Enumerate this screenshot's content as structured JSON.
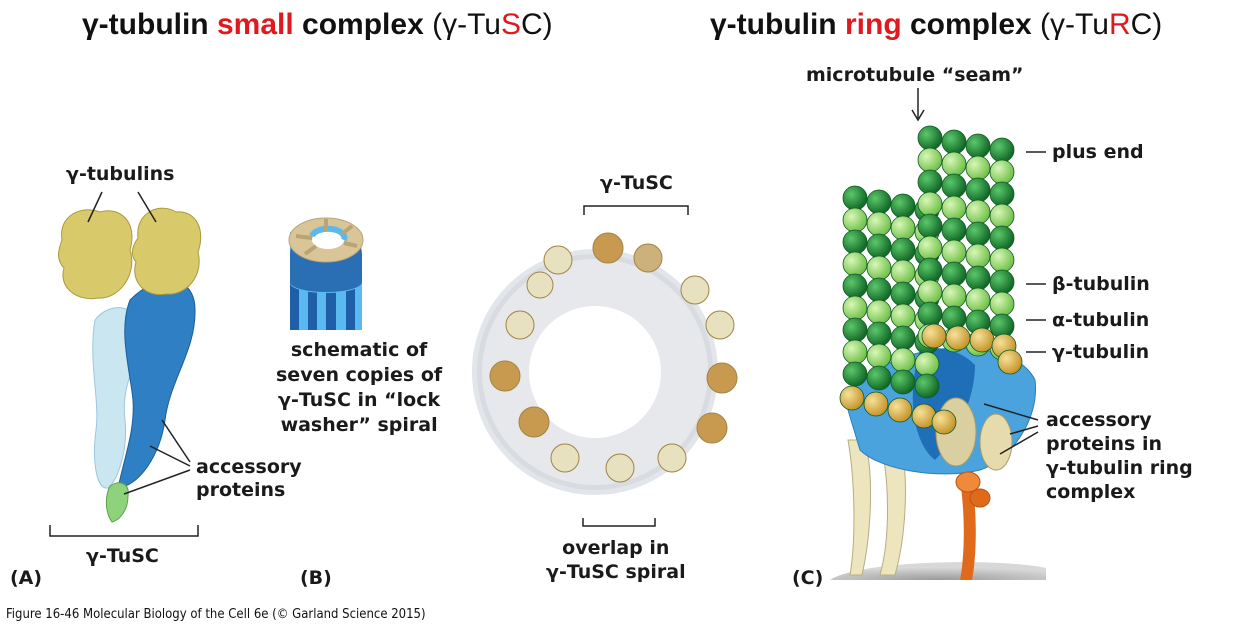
{
  "titles": {
    "left": {
      "part1": "γ-tubulin ",
      "highlight": "small",
      "part2": " complex ",
      "abbr_pre": "(γ-Tu",
      "abbr_hl": "S",
      "abbr_post": "C)"
    },
    "right": {
      "part1": "γ-tubulin ",
      "highlight": "ring",
      "part2": " complex ",
      "abbr_pre": "(γ-Tu",
      "abbr_hl": "R",
      "abbr_post": "C)"
    }
  },
  "panel_a": {
    "letter": "(A)",
    "gamma_tubulins": "γ-tubulins",
    "accessory": [
      "accessory",
      "proteins"
    ],
    "bracket_label": "γ-TuSC"
  },
  "panel_b": {
    "letter": "(B)",
    "schematic": [
      "schematic of",
      "seven copies of",
      "γ-TuSC in “lock",
      "washer” spiral"
    ]
  },
  "panel_mid": {
    "top_label": "γ-TuSC",
    "overlap": [
      "overlap in",
      "γ-TuSC spiral"
    ]
  },
  "panel_c": {
    "letter": "(C)",
    "seam": "microtubule “seam”",
    "plus_end": "plus end",
    "beta": "β-tubulin",
    "alpha": "α-tubulin",
    "gamma": "γ-tubulin",
    "accessory": [
      "accessory",
      "proteins in",
      "γ-tubulin ring",
      "complex"
    ]
  },
  "caption": "Figure 16-46  Molecular Biology of the Cell 6e (© Garland Science 2015)",
  "colors": {
    "red": "#e0191e",
    "yellow": "#d8c96a",
    "blue": "#2f7fc4",
    "light_blue": "#bfe0ee",
    "dark_green": "#1f8a3a",
    "light_green": "#8fd66a",
    "gold": "#d9b24a",
    "orange": "#e06a1c"
  }
}
